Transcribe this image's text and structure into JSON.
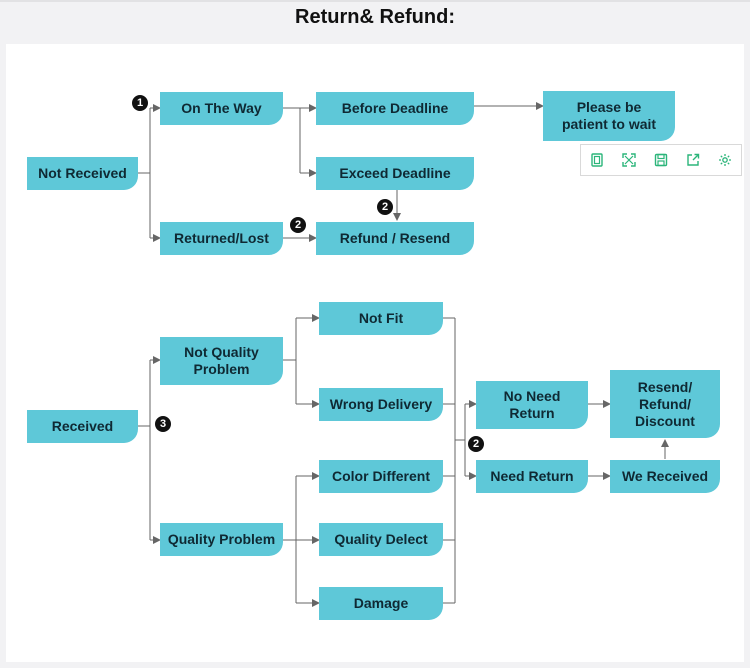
{
  "page": {
    "title": "Return& Refund:"
  },
  "colors": {
    "node_fill": "#5ec8d8",
    "node_text": "#0f2933",
    "line": "#666666",
    "badge": "#111111",
    "toolbar_icon": "#2bb57a"
  },
  "nodes": {
    "not_received": "Not Received",
    "on_the_way": "On The Way",
    "before_deadline": "Before Deadline",
    "please_wait": "Please be\npatient to wait",
    "exceed_deadline": "Exceed Deadline",
    "returned_lost": "Returned/Lost",
    "refund_resend": "Refund / Resend",
    "received": "Received",
    "not_quality_problem": "Not Quality\nProblem",
    "quality_problem": "Quality Problem",
    "not_fit": "Not Fit",
    "wrong_delivery": "Wrong Delivery",
    "color_different": "Color Different",
    "quality_defect": "Quality Delect",
    "damage": "Damage",
    "no_need_return": "No Need\nReturn",
    "need_return": "Need Return",
    "resend_refund_discount": "Resend/\nRefund/\nDiscount",
    "we_received": "We Received"
  },
  "badges": {
    "b1": "1",
    "b2_top": "2",
    "b2_mid": "2",
    "b3": "3",
    "b2_low": "2"
  },
  "toolbar": {
    "icons": [
      "copy-icon",
      "expand-icon",
      "save-icon",
      "share-icon",
      "settings-icon"
    ]
  }
}
